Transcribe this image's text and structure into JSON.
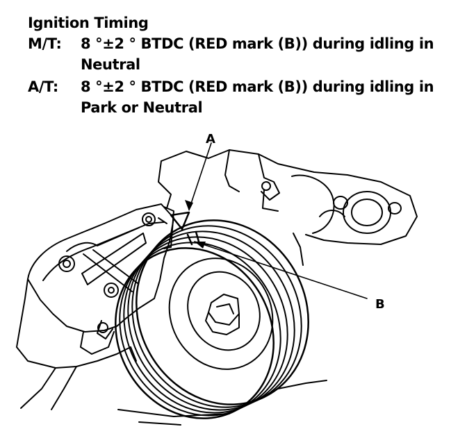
{
  "heading": "Ignition Timing",
  "specs": [
    {
      "label": "M/T:",
      "line1": "8 °±2 ° BTDC (RED mark (B)) during idling in",
      "line2": "Neutral"
    },
    {
      "label": "A/T:",
      "line1": "8 °±2 ° BTDC (RED mark (B)) during idling in",
      "line2": "Park or Neutral"
    }
  ],
  "callouts": {
    "a": "A",
    "b": "B"
  }
}
